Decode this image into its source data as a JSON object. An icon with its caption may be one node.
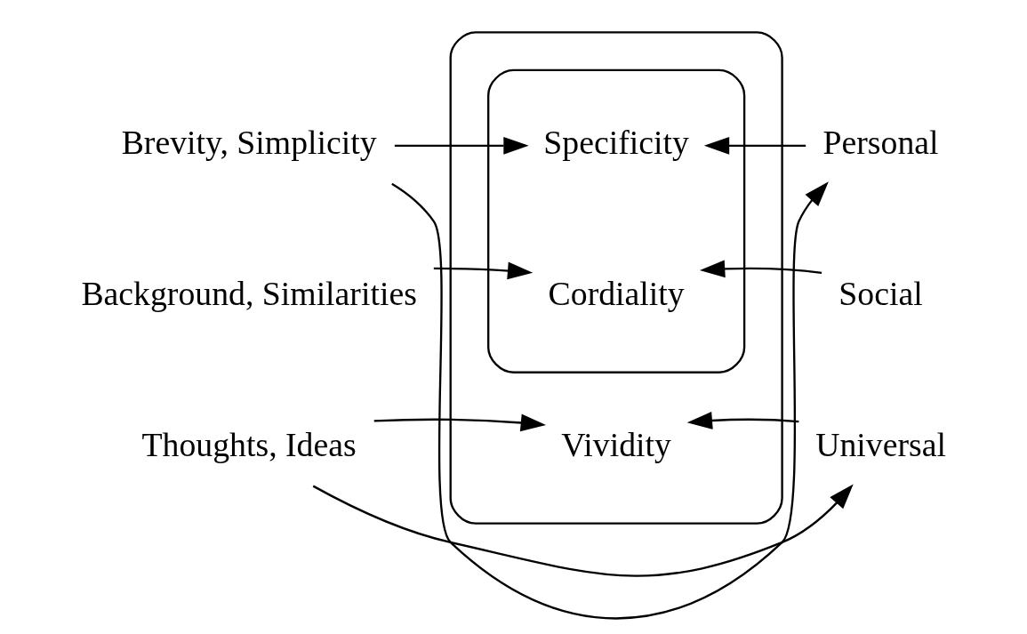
{
  "diagram": {
    "nodes": [
      {
        "text": [
          "Vividity"
        ]
      },
      {
        "text": [
          "Cordiality"
        ],
        "in": 0
      },
      {
        "text": [
          "Specificity"
        ],
        "in": 1
      },
      {
        "text": [
          "Brevity, Simplicity"
        ]
      },
      {
        "text": [
          "Personal"
        ]
      },
      {
        "text": [
          "Background, Similarities"
        ]
      },
      {
        "text": [
          "Social"
        ]
      },
      {
        "text": [
          "Thoughts, Ideas"
        ]
      },
      {
        "text": [
          "Universal"
        ]
      }
    ],
    "edges": [
      {
        "from": 3,
        "to": 2,
        "arrow": "to"
      },
      {
        "from": 4,
        "to": 2,
        "arrow": "to"
      },
      {
        "from": 5,
        "to": 1,
        "arrow": "to"
      },
      {
        "from": 6,
        "to": 1,
        "arrow": "to"
      },
      {
        "from": 7,
        "to": 0,
        "arrow": "to"
      },
      {
        "from": 8,
        "to": 0,
        "arrow": "to"
      },
      {
        "from": 3,
        "to": 4,
        "arrow": "to"
      },
      {
        "from": 7,
        "to": 8,
        "arrow": "to"
      }
    ]
  }
}
